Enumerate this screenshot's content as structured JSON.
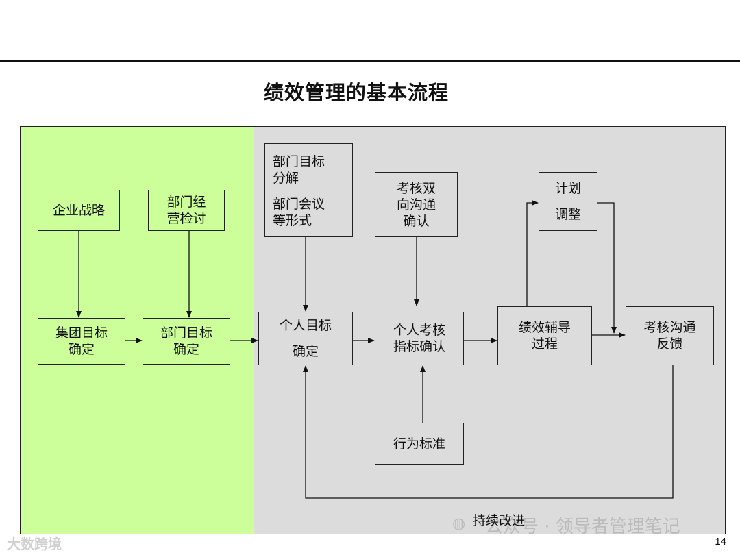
{
  "title": "绩效管理的基本流程",
  "boxes": {
    "enterprise_strategy": [
      "企业战略"
    ],
    "dept_review": [
      "部门经",
      "营检讨"
    ],
    "group_goal": [
      "集团目标",
      "确定"
    ],
    "dept_goal": [
      "部门目标",
      "确定"
    ],
    "dept_decompose": [
      "部门目标",
      "分解",
      "部门会议",
      "等形式"
    ],
    "two_way": [
      "考核双",
      "向沟通",
      "确认"
    ],
    "plan_adjust": [
      "计划",
      "调整"
    ],
    "personal_goal": [
      "个人目标",
      "确定"
    ],
    "personal_index": [
      "个人考核",
      "指标确认"
    ],
    "coaching": [
      "绩效辅导",
      "过程"
    ],
    "feedback": [
      "考核沟通",
      "反馈"
    ],
    "behavior": [
      "行为标准"
    ]
  },
  "loop_label": "持续改进",
  "watermark": "公众号 · 领导者管理笔记",
  "brand": "大数跨境",
  "page_number": "14"
}
